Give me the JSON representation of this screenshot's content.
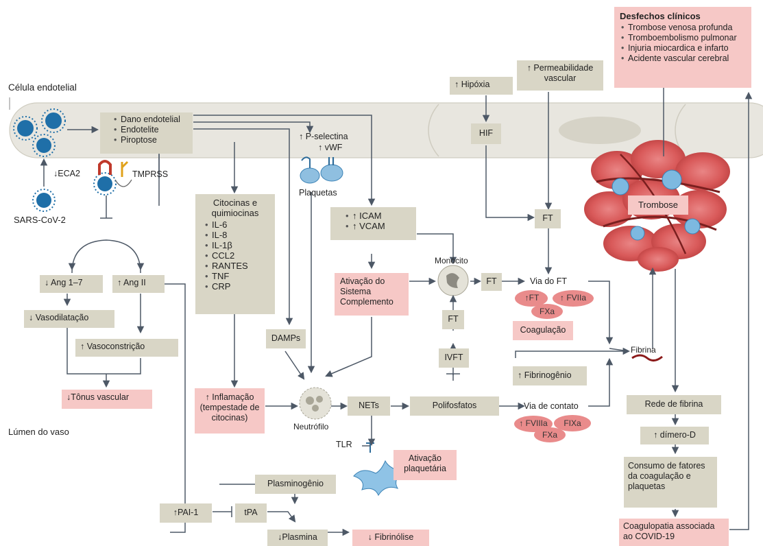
{
  "labels": {
    "celula": "Célula endotelial",
    "lumen": "Lúmen do vaso",
    "sars": "SARS-CoV-2",
    "eca2": "↓ECA2",
    "tmprss": "TMPRSS",
    "pselectina": "↑ P-selectina",
    "vwf": "↑ vWF",
    "plaquetas": "Plaquetas",
    "monocito": "Monócito",
    "neutrofilo": "Neutrófilo",
    "tlr": "TLR",
    "via_ft": "Via do FT",
    "via_contato": "Via de contato",
    "fibrina": "Fibrina"
  },
  "outcomes": {
    "title": "Desfechos clínicos",
    "items": [
      "Trombose venosa profunda",
      "Tromboembolismo pulmonar",
      "Injuria miocardica e infarto",
      "Acidente vascular cerebral"
    ]
  },
  "dano": {
    "items": [
      "Dano endotelial",
      "Endotelite",
      "Piroptose"
    ]
  },
  "citocinas": {
    "title": "Citocinas e quimiocinas",
    "items": [
      "IL-6",
      "IL-8",
      "IL-1β",
      "CCL2",
      "RANTES",
      "TNF",
      "CRP"
    ]
  },
  "adhesion": {
    "items": [
      "↑ ICAM",
      "↑ VCAM"
    ]
  },
  "boxes": {
    "hipoxia": "↑ Hipóxia",
    "permeab": "↑  Permeabilidade vascular",
    "hif": "HIF",
    "ft_top": "FT",
    "ft_mono": "FT",
    "ft_mid": "FT",
    "ivft": "IVFT",
    "ang17": "↓ Ang 1–7",
    "ang2": "↑ Ang II",
    "vasodil": "↓  Vasodilatação",
    "vasocon": "↑  Vasoconstrição",
    "tonus": "↓Tônus vascular",
    "damps": "DAMPs",
    "complemento": "Ativação do Sistema Complemento",
    "inflamacao": "↑ Inflamação (tempestade de citocinas)",
    "nets": "NETs",
    "polifosfatos": "Polifosfatos",
    "fibrinogenio": "↑ Fibrinogênio",
    "coagulacao": "Coagulação",
    "trombose": "Trombose",
    "rede": "Rede de fibrina",
    "dimero": "↑ dímero-D",
    "consumo": "Consumo de fatores da coagulação e plaquetas",
    "coagulopatia": "Coagulopatia associada ao COVID-19",
    "ativ_plaq": "Ativação plaquetária",
    "plasminogenio": "Plasminogênio",
    "pai1": "↑PAI-1",
    "tpa": "tPA",
    "plasmina": "↓Plasmina",
    "fibrinolise": "↓ Fibrinólise"
  },
  "factors": {
    "ft": "↑FT",
    "fviia": "↑ FVIIa",
    "fxa_top": "FXa",
    "fviiia": "↑ FVIIIa",
    "fixa": "FIXa",
    "fxa_bottom": "FXa"
  },
  "colors": {
    "gray_box": "#d9d6c6",
    "pink_box": "#f6c8c6",
    "arrow": "#4d5866",
    "virus": "#1f6fa8",
    "red_cell": "#d95a5a",
    "cell_membrane": "#e8e6df"
  }
}
